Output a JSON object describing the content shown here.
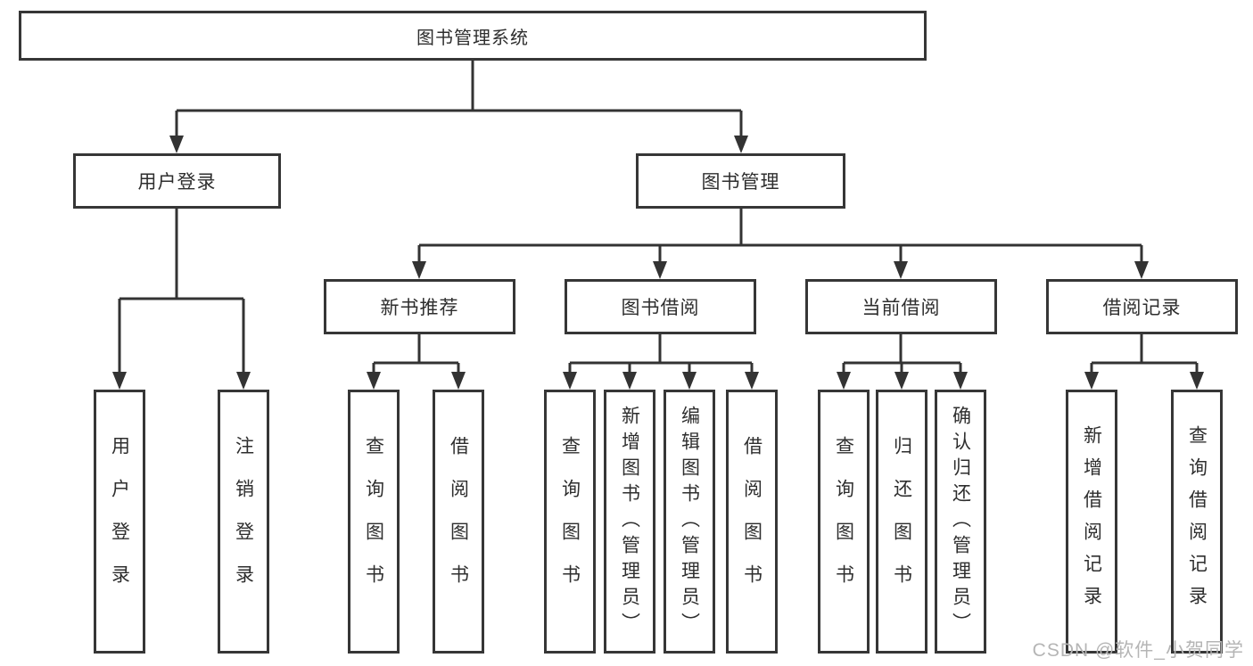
{
  "colors": {
    "line": "#333333",
    "box_border": "#363636",
    "box_fill": "#ffffff",
    "text": "#2e2e2e",
    "watermark": "#b5b5b5",
    "background": "#ffffff"
  },
  "watermark": "CSDN @软件_小贺同学",
  "tree": {
    "root": {
      "label": "图书管理系统"
    },
    "branches": [
      {
        "label": "用户登录",
        "children": [
          {
            "label": "用户登录"
          },
          {
            "label": "注销登录"
          }
        ]
      },
      {
        "label": "图书管理",
        "children": [
          {
            "label": "新书推荐",
            "children": [
              {
                "label": "查询图书"
              },
              {
                "label": "借阅图书"
              }
            ]
          },
          {
            "label": "图书借阅",
            "children": [
              {
                "label": "查询图书"
              },
              {
                "label": "新增图书（管理员）"
              },
              {
                "label": "编辑图书（管理员）"
              },
              {
                "label": "借阅图书"
              }
            ]
          },
          {
            "label": "当前借阅",
            "children": [
              {
                "label": "查询图书"
              },
              {
                "label": "归还图书"
              },
              {
                "label": "确认归还（管理员）"
              }
            ]
          },
          {
            "label": "借阅记录",
            "children": [
              {
                "label": "新增借阅记录"
              },
              {
                "label": "查询借阅记录"
              }
            ]
          }
        ]
      }
    ]
  }
}
